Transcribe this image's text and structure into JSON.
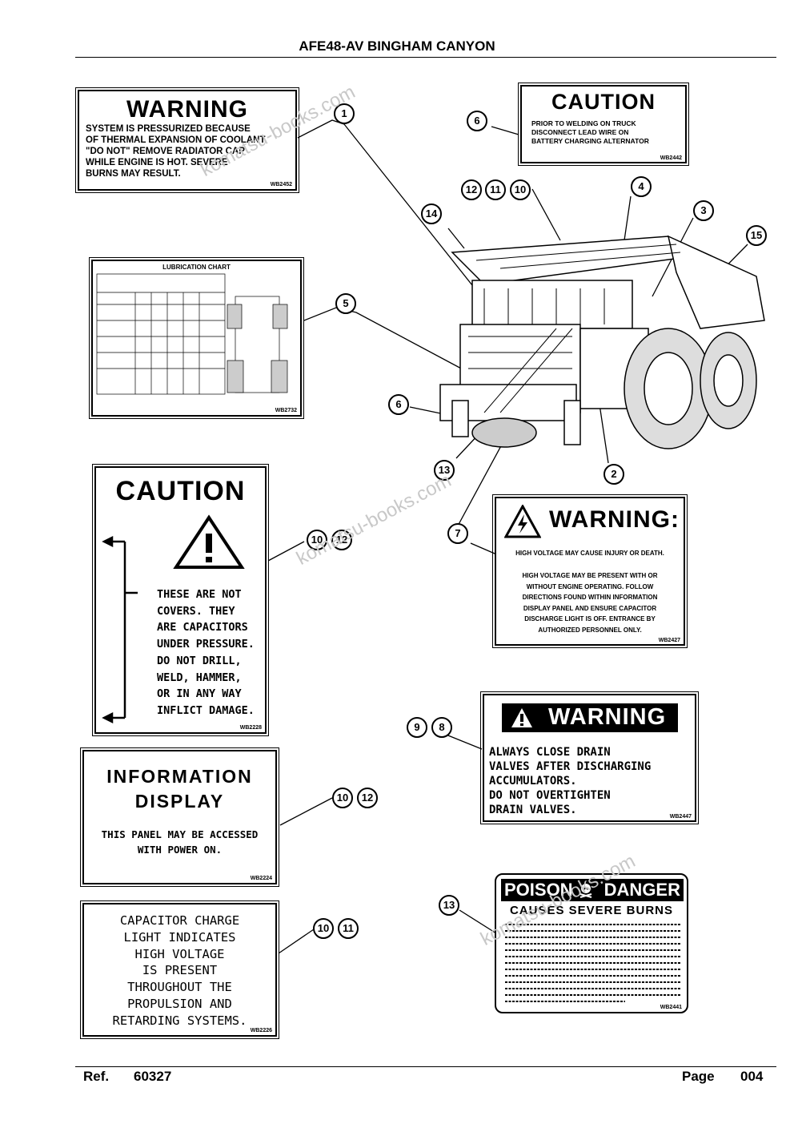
{
  "header": {
    "title": "AFE48-AV BINGHAM CANYON"
  },
  "footer": {
    "ref_label": "Ref.",
    "ref_value": "60327",
    "page_label": "Page",
    "page_value": "004"
  },
  "watermark": "komatsu-books.com",
  "decals": {
    "radiator": {
      "title": "WARNING",
      "lines": [
        "SYSTEM IS PRESSURIZED BECAUSE",
        "OF THERMAL EXPANSION OF COOLANT.",
        "\"DO NOT\" REMOVE RADIATOR CAP",
        "WHILE ENGINE IS HOT. SEVERE",
        "BURNS MAY RESULT."
      ],
      "code": "WB2452"
    },
    "welding": {
      "title": "CAUTION",
      "lines": [
        "PRIOR TO WELDING ON TRUCK",
        "DISCONNECT LEAD WIRE ON",
        "BATTERY CHARGING ALTERNATOR"
      ],
      "code": "WB2442"
    },
    "lube": {
      "title": "LUBRICATION CHART",
      "code": "WB2732"
    },
    "capacitor_covers": {
      "title": "CAUTION",
      "lines": [
        "THESE ARE NOT",
        "COVERS. THEY",
        "ARE CAPACITORS",
        "UNDER PRESSURE.",
        "DO NOT DRILL,",
        "WELD, HAMMER,",
        "OR IN ANY WAY",
        "INFLICT DAMAGE."
      ],
      "code": "WB2228"
    },
    "high_voltage": {
      "title": "WARNING:",
      "subtitle": "HIGH VOLTAGE MAY CAUSE INJURY OR DEATH.",
      "lines": [
        "HIGH VOLTAGE MAY BE PRESENT WITH OR",
        "WITHOUT ENGINE OPERATING. FOLLOW",
        "DIRECTIONS FOUND WITHIN INFORMATION",
        "DISPLAY PANEL AND ENSURE CAPACITOR",
        "DISCHARGE LIGHT IS OFF. ENTRANCE BY",
        "AUTHORIZED PERSONNEL ONLY."
      ],
      "code": "WB2427"
    },
    "info_display": {
      "title_1": "INFORMATION",
      "title_2": "DISPLAY",
      "lines": [
        "THIS PANEL MAY BE ACCESSED",
        "WITH POWER ON."
      ],
      "code": "WB2224"
    },
    "drain_valves": {
      "title": "WARNING",
      "lines": [
        "ALWAYS CLOSE DRAIN",
        "VALVES AFTER DISCHARGING",
        "ACCUMULATORS.",
        "DO NOT OVERTIGHTEN",
        "DRAIN VALVES."
      ],
      "code": "WB2447"
    },
    "cap_charge_light": {
      "lines": [
        "CAPACITOR CHARGE",
        "LIGHT INDICATES",
        "HIGH VOLTAGE",
        "IS PRESENT",
        "THROUGHOUT THE",
        "PROPULSION AND",
        "RETARDING SYSTEMS."
      ],
      "code": "WB2226"
    },
    "poison": {
      "title_left": "POISON",
      "title_right": "DANGER",
      "subtitle": "CAUSES SEVERE BURNS",
      "code": "WB2441"
    }
  },
  "callouts": {
    "c1": "1",
    "c6a": "6",
    "c12a": "12",
    "c11a": "11",
    "c10a": "10",
    "c4": "4",
    "c14": "14",
    "c3": "3",
    "c15": "15",
    "c5": "5",
    "c6b": "6",
    "c13a": "13",
    "c2": "2",
    "c7": "7",
    "c10b": "10",
    "c12b": "12",
    "c9": "9",
    "c8": "8",
    "c10c": "10",
    "c12c": "12",
    "c13b": "13",
    "c10d": "10",
    "c11b": "11"
  }
}
